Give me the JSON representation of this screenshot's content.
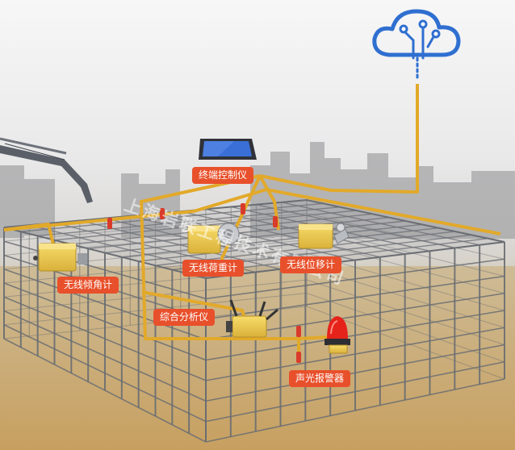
{
  "colors": {
    "label_bg": "#e8502b",
    "cable": "#e2a92a",
    "device": "#f3d15a",
    "scaffold": "#6a6e73",
    "alarm": "#e5231b",
    "cloud": "#2f6fd0"
  },
  "labels": {
    "terminal": "终端控制仪",
    "tilt_sensor": "无线倾角计",
    "load_meter": "无线荷重计",
    "displacement_meter": "无线位移计",
    "analyzer": "综合分析仪",
    "alarm": "声光报警器"
  },
  "watermark": "上海岩联工程技术有限公司",
  "icons": [
    "cloud-icon",
    "tablet-icon",
    "alarm-light-icon"
  ]
}
